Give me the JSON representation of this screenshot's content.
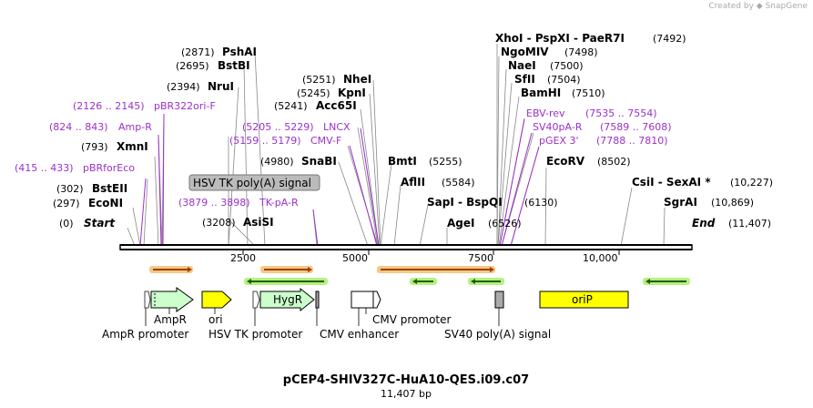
{
  "credit": {
    "text": "Created by",
    "brand": "SnapGene"
  },
  "map": {
    "title": "pCEP4-SHIV327C-HuA10-QES.i09.c07",
    "length_label": "11,407 bp",
    "start_label": "Start",
    "start_pos": "(0)",
    "end_label": "End",
    "end_pos": "(11,407)",
    "ticks": [
      "2500",
      "5000",
      "7500",
      "10,000"
    ]
  },
  "enzymes": [
    {
      "name": "EcoNI",
      "pos": "(297)"
    },
    {
      "name": "BstEII",
      "pos": "(302)"
    },
    {
      "name": "XmnI",
      "pos": "(793)"
    },
    {
      "name": "NruI",
      "pos": "(2394)"
    },
    {
      "name": "BstBI",
      "pos": "(2695)"
    },
    {
      "name": "PshAI",
      "pos": "(2871)"
    },
    {
      "name": "AsiSI",
      "pos": "(3208)"
    },
    {
      "name": "SnaBI",
      "pos": "(4980)"
    },
    {
      "name": "Acc65I",
      "pos": "(5241)"
    },
    {
      "name": "KpnI",
      "pos": "(5245)"
    },
    {
      "name": "NheI",
      "pos": "(5251)"
    },
    {
      "name": "BmtI",
      "pos": "(5255)"
    },
    {
      "name": "AflII",
      "pos": "(5584)"
    },
    {
      "name": "SapI - BspQI",
      "pos": "(6130)"
    },
    {
      "name": "AgeI",
      "pos": "(6526)"
    },
    {
      "name": "XhoI - PspXI - PaeR7I",
      "pos": "(7492)"
    },
    {
      "name": "NgoMIV",
      "pos": "(7498)"
    },
    {
      "name": "NaeI",
      "pos": "(7500)"
    },
    {
      "name": "SfII",
      "pos": "(7504)"
    },
    {
      "name": "BamHI",
      "pos": "(7510)"
    },
    {
      "name": "EcoRV",
      "pos": "(8502)"
    },
    {
      "name": "CsiI - SexAI *",
      "pos": "(10,227)"
    },
    {
      "name": "SgrAI",
      "pos": "(10,869)"
    }
  ],
  "primers": [
    {
      "name": "pBRforEco",
      "range": "(415 .. 433)"
    },
    {
      "name": "Amp-R",
      "range": "(824 .. 843)"
    },
    {
      "name": "pBR322ori-F",
      "range": "(2126 .. 2145)"
    },
    {
      "name": "TK-pA-R",
      "range": "(3879 .. 3898)"
    },
    {
      "name": "CMV-F",
      "range": "(5159 .. 5179)"
    },
    {
      "name": "LNCX",
      "range": "(5205 .. 5229)"
    },
    {
      "name": "EBV-rev",
      "range": "(7535 .. 7554)"
    },
    {
      "name": "SV40pA-R",
      "range": "(7589 .. 7608)"
    },
    {
      "name": "pGEX 3'",
      "range": "(7788 .. 7810)"
    }
  ],
  "callout": "HSV TK poly(A) signal",
  "features": {
    "ampr": "AmpR",
    "ampr_promoter": "AmpR promoter",
    "ori": "ori",
    "hsv_tk_promoter": "HSV TK promoter",
    "hygr": "HygR",
    "cmv_enhancer": "CMV enhancer",
    "cmv_promoter": "CMV promoter",
    "sv40_polya": "SV40 poly(A) signal",
    "orip": "oriP"
  },
  "colors": {
    "primer_text": "#9b30c8",
    "orf_fill": "#f5c985",
    "orf_stroke": "#e07b10",
    "rev_orf_fill": "#b6f080",
    "ampr_fill": "#ccffcc",
    "ori_fill": "#ffff00",
    "hygr_fill": "#ccffcc",
    "orip_fill": "#ffff00",
    "polya_fill": "#aaaaaa"
  }
}
